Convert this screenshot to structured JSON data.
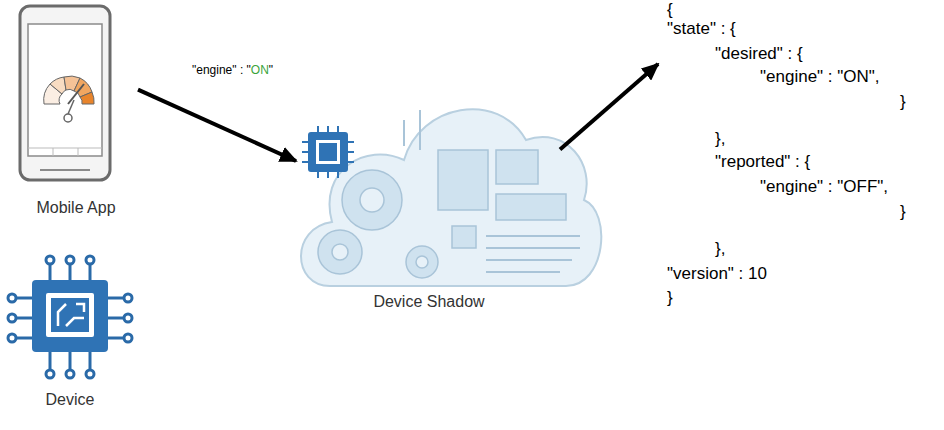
{
  "diagram": {
    "nodes": [
      {
        "text": [
          "Mobile App"
        ]
      },
      {
        "text": [
          "Device"
        ]
      },
      {
        "text": [
          "Device Shadow"
        ]
      },
      {
        "text": [
          "{",
          "\"state\" : {",
          "\"desired\" : {",
          "\"engine\" : \"ON\",",
          "}",
          "},",
          "\"reported\" : {",
          "\"engine\" : \"OFF\",",
          "}",
          "},",
          "\"version\" : 10",
          "}"
        ]
      }
    ],
    "edges": [
      {
        "from": 0,
        "to": 2,
        "label": "\"engine\" : \"ON\"",
        "arrow": "to"
      },
      {
        "from": 2,
        "to": 3,
        "arrow": "to"
      }
    ]
  }
}
